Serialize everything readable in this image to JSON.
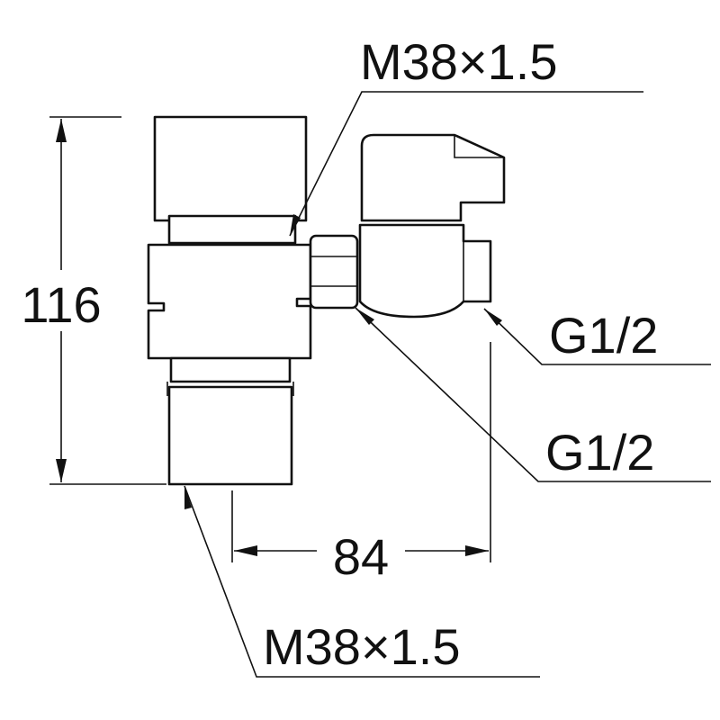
{
  "dimensions": {
    "height": "116",
    "width": "84"
  },
  "callouts": {
    "top_thread": "M38×1.5",
    "bottom_thread": "M38×1.5",
    "outlet_upper": "G1/2",
    "outlet_lower": "G1/2"
  }
}
